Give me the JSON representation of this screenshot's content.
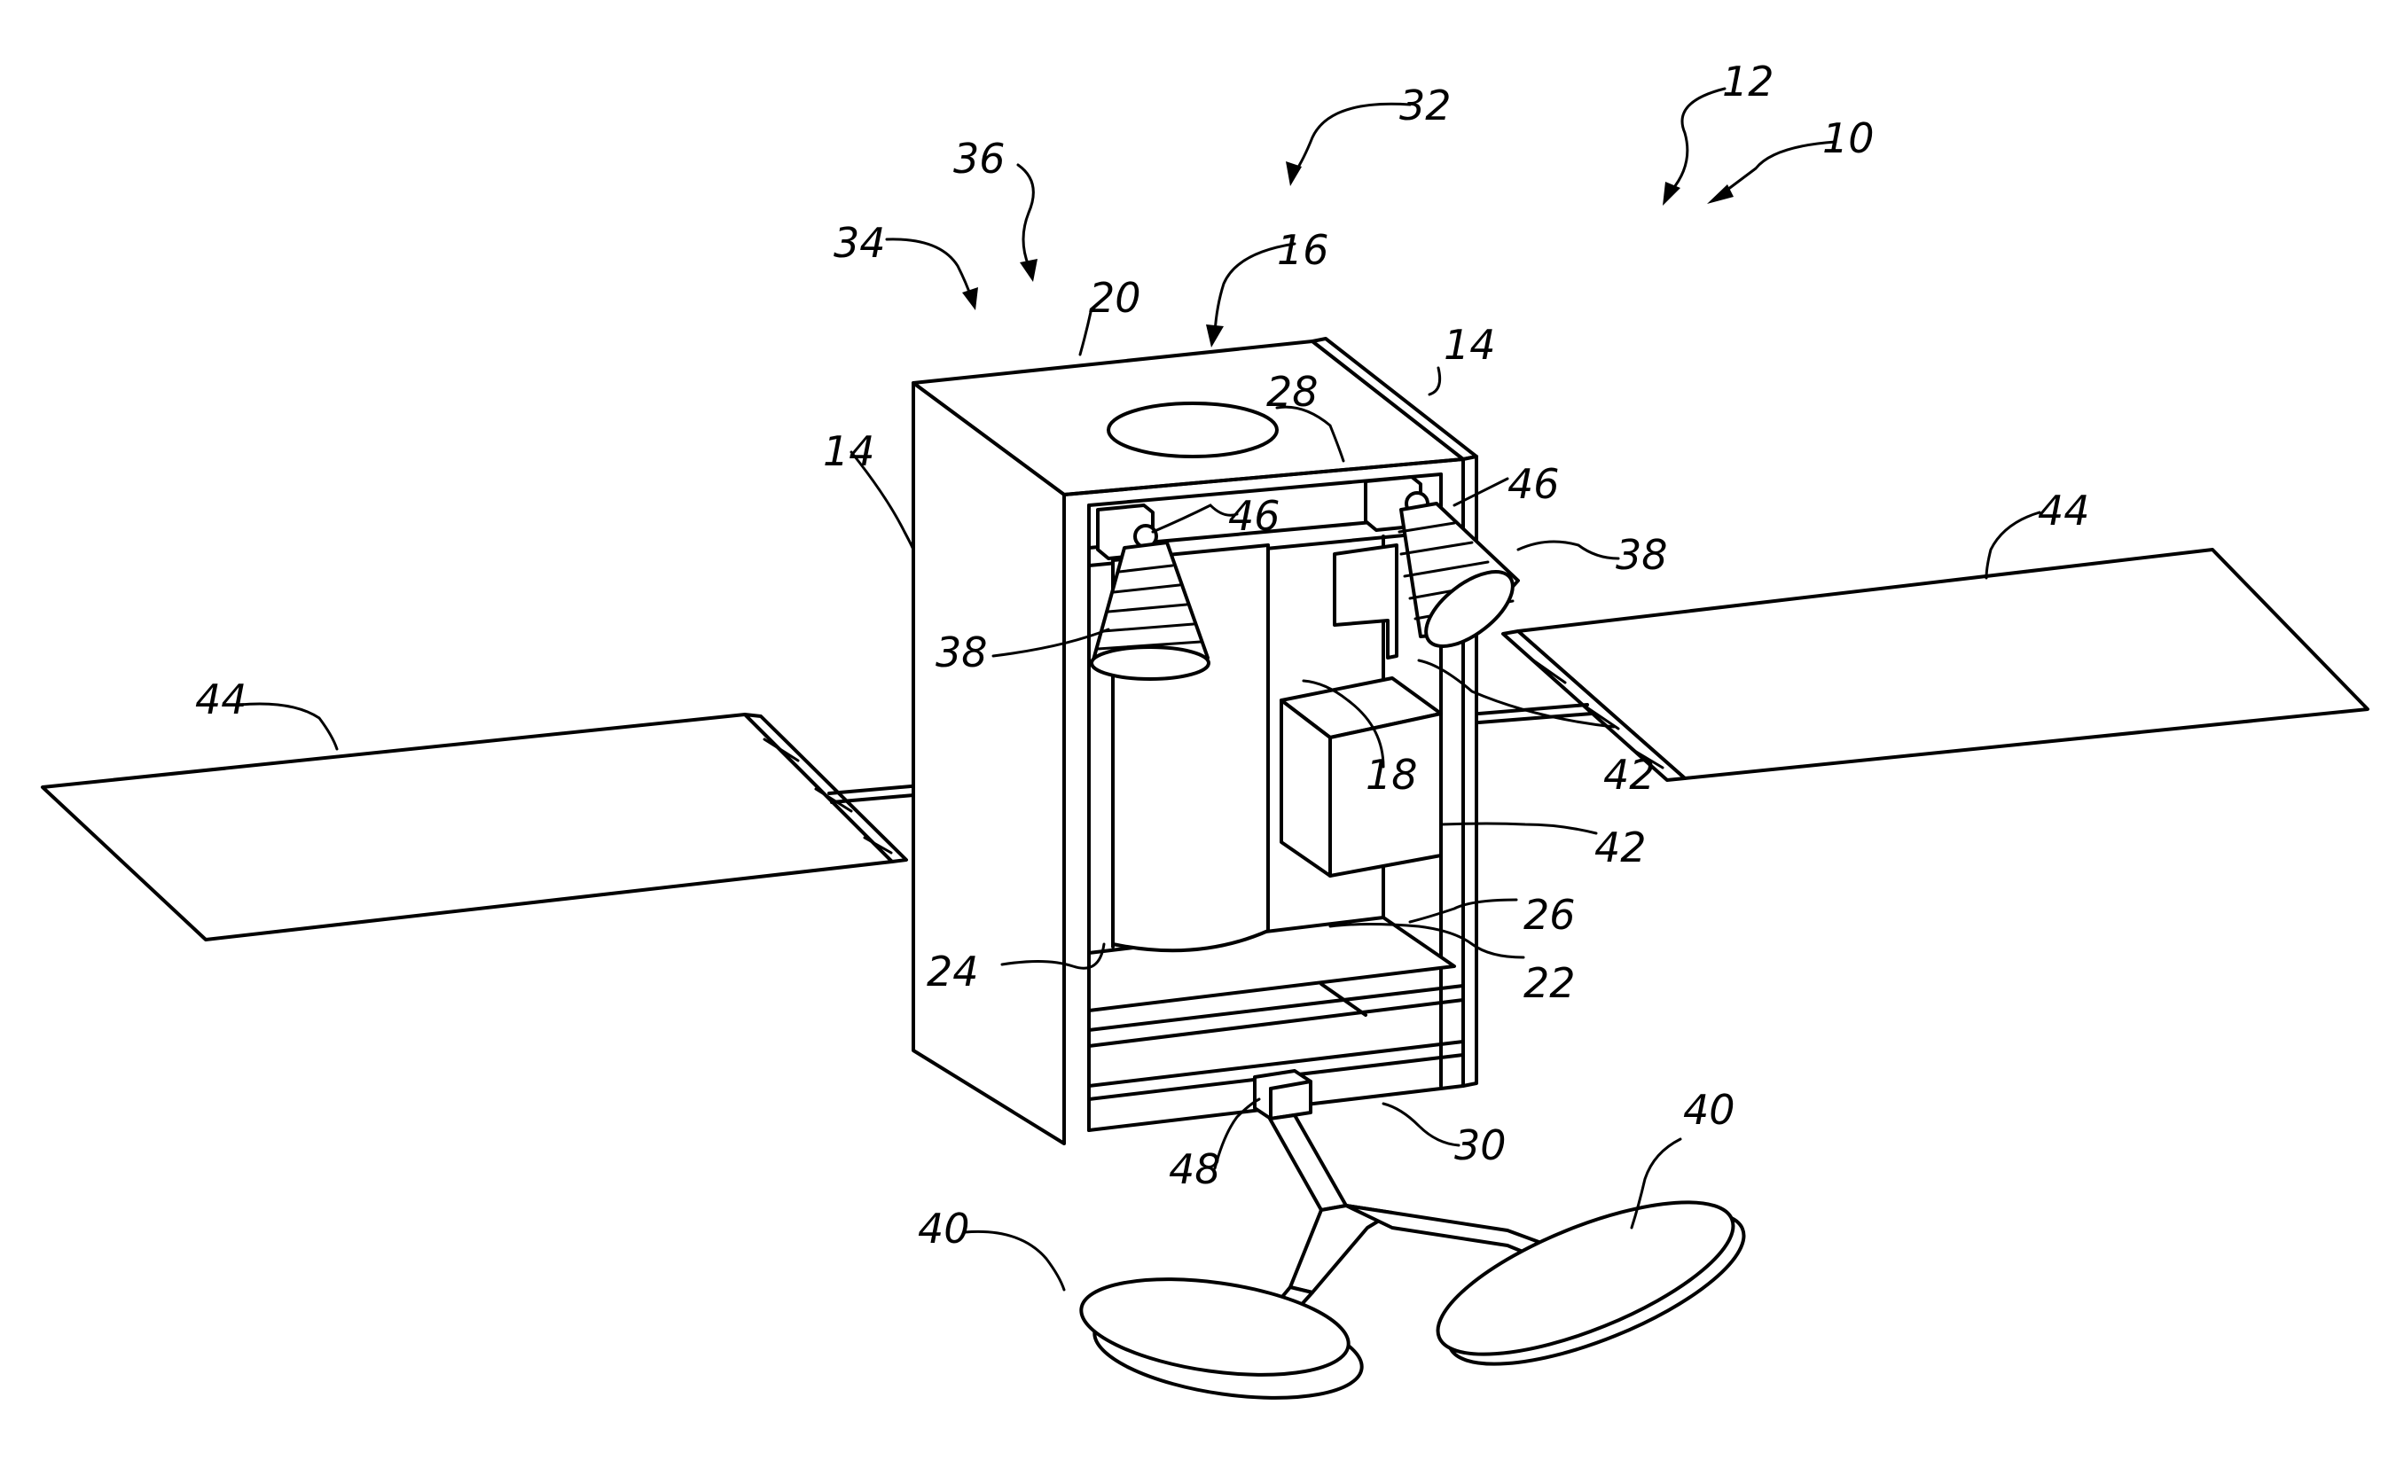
{
  "figure": {
    "labels": {
      "n10": "10",
      "n12": "12",
      "n14_left": "14",
      "n14_right": "14",
      "n16": "16",
      "n18": "18",
      "n20": "20",
      "n22": "22",
      "n24": "24",
      "n26": "26",
      "n28": "28",
      "n30": "30",
      "n32": "32",
      "n34": "34",
      "n36": "36",
      "n38_left": "38",
      "n38_right": "38",
      "n40_left": "40",
      "n40_right": "40",
      "n42_upper": "42",
      "n42_lower": "42",
      "n44_left": "44",
      "n44_right": "44",
      "n46_left": "46",
      "n46_right": "46",
      "n48": "48"
    }
  }
}
